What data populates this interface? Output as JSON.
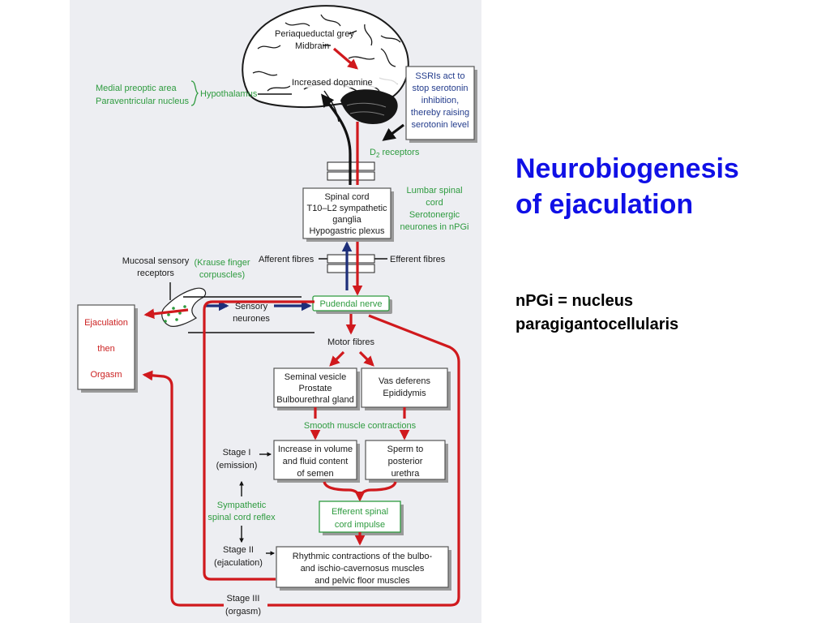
{
  "slide": {
    "title_line1": "Neurobiogenesis",
    "title_line2": "of ejaculation",
    "note_line1": "nPGi = nucleus",
    "note_line2": "paragigantocellularis"
  },
  "diagram": {
    "brain": {
      "periaqueductal": "Periaqueductal grey",
      "midbrain": "Midbrain",
      "dopamine": "Increased dopamine"
    },
    "hypothalamus": {
      "medial": "Medial preoptic area",
      "paraventricular": "Paraventricular nucleus",
      "label": "Hypothalamus"
    },
    "ssri": {
      "line1": "SSRIs act to",
      "line2": "stop serotonin",
      "line3": "inhibition,",
      "line4": "thereby raising",
      "line5": "serotonin level"
    },
    "d2": {
      "main": "D",
      "sub": "2",
      "rest": " receptors"
    },
    "spinal": {
      "line1": "Spinal cord",
      "line2": "T10–L2 sympathetic",
      "line3": "ganglia",
      "line4": "Hypogastric plexus"
    },
    "lumbar": {
      "line1": "Lumbar spinal",
      "line2": "cord",
      "line3": "Serotonergic",
      "line4": "neurones in nPGi"
    },
    "mucosal": {
      "line1": "Mucosal sensory",
      "line2": "receptors"
    },
    "krause": {
      "line1": "(Krause finger",
      "line2": "corpuscles)"
    },
    "afferent": "Afferent fibres",
    "efferent": "Efferent fibres",
    "sensory": {
      "line1": "Sensory",
      "line2": "neurones"
    },
    "pudendal": "Pudendal nerve",
    "ejac": {
      "line1": "Ejaculation",
      "line2": "then",
      "line3": "Orgasm"
    },
    "motor": "Motor fibres",
    "seminal": {
      "line1": "Seminal vesicle",
      "line2": "Prostate",
      "line3": "Bulbourethral gland"
    },
    "vas": {
      "line1": "Vas deferens",
      "line2": "Epididymis"
    },
    "smooth": "Smooth muscle contractions",
    "stage1": {
      "line1": "Stage I",
      "line2": "(emission)"
    },
    "increase": {
      "line1": "Increase in volume",
      "line2": "and fluid content",
      "line3": "of semen"
    },
    "sperm": {
      "line1": "Sperm to",
      "line2": "posterior",
      "line3": "urethra"
    },
    "sympathetic": {
      "line1": "Sympathetic",
      "line2": "spinal cord reflex"
    },
    "efferent_impulse": {
      "line1": "Efferent spinal",
      "line2": "cord impulse"
    },
    "stage2": {
      "line1": "Stage II",
      "line2": "(ejaculation)"
    },
    "rhythmic": {
      "line1": "Rhythmic contractions of the bulbo-",
      "line2": "and ischio-cavernosus muscles",
      "line3": "and pelvic floor muscles"
    },
    "stage3": {
      "line1": "Stage III",
      "line2": "(orgasm)"
    }
  },
  "colors": {
    "title": "#1010e6",
    "diagram_red": "#d0191d",
    "diagram_green": "#2e9b3f",
    "diagram_navy": "#1e2f7a",
    "figure_background": "#edeef2"
  },
  "icons": [
    "brain-illustration",
    "mucosal-sensory-receptor-icon"
  ]
}
